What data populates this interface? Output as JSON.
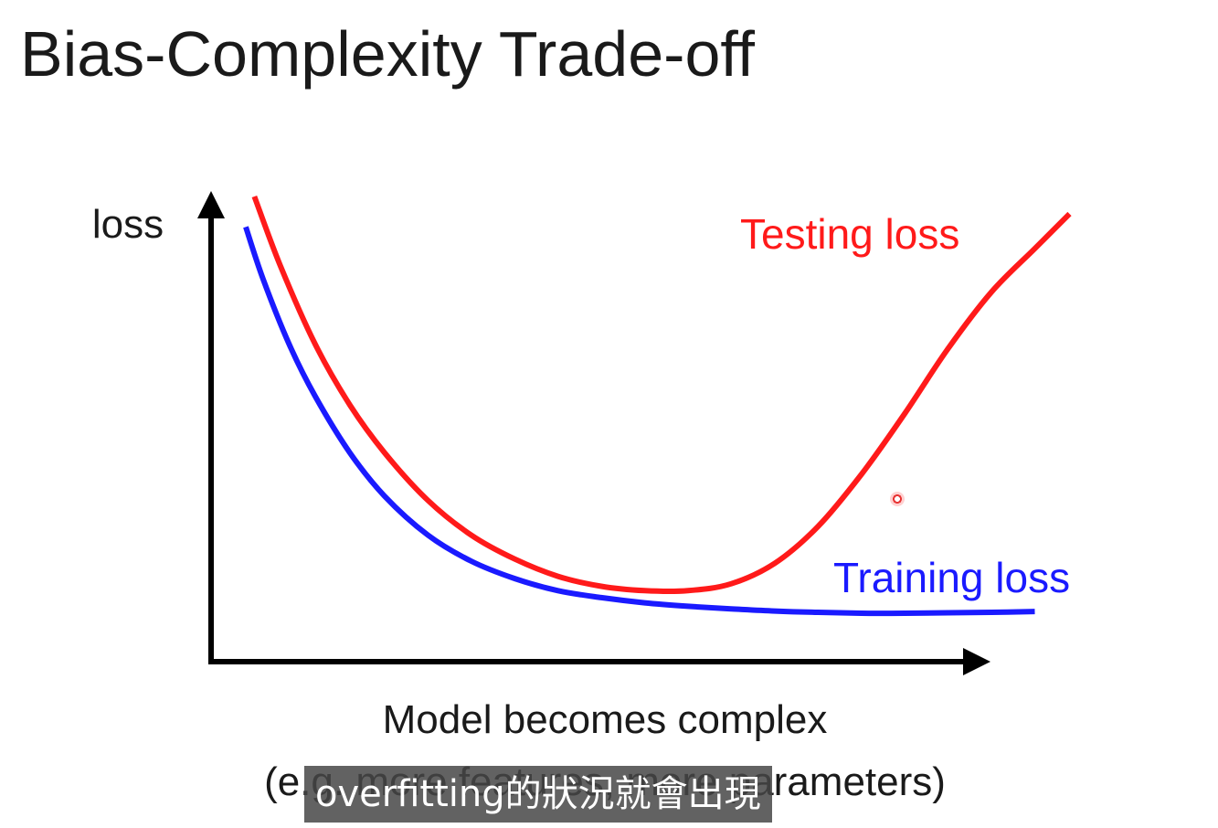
{
  "page": {
    "title": "Bias-Complexity Trade-off"
  },
  "chart_data": {
    "type": "line",
    "title": "",
    "ylabel": "loss",
    "xlabel": "Model becomes complex",
    "xlabel_note": "(e.g. more features, more parameters)",
    "xlim": [
      0,
      10
    ],
    "ylim": [
      0,
      10
    ],
    "grid": false,
    "ticks": false,
    "series": [
      {
        "name": "Testing loss",
        "color": "#ff1a1a",
        "label_placement": "top-right",
        "x": [
          0.5,
          0.8,
          1.2,
          1.6,
          2.0,
          2.5,
          3.0,
          3.5,
          4.0,
          4.5,
          5.0,
          5.5,
          6.0,
          6.5,
          7.0,
          7.5,
          8.0,
          8.5,
          9.0,
          9.5,
          9.9
        ],
        "y": [
          10.0,
          8.4,
          6.6,
          5.2,
          4.1,
          3.0,
          2.2,
          1.65,
          1.25,
          1.02,
          0.92,
          0.92,
          1.08,
          1.55,
          2.4,
          3.6,
          5.0,
          6.5,
          7.8,
          8.8,
          9.6
        ]
      },
      {
        "name": "Training loss",
        "color": "#1a1aff",
        "label_placement": "bottom-right",
        "x": [
          0.4,
          0.6,
          0.9,
          1.2,
          1.6,
          2.0,
          2.5,
          3.0,
          3.5,
          4.0,
          4.5,
          5.0,
          5.5,
          6.0,
          6.5,
          7.0,
          7.5,
          8.0,
          8.5,
          9.0,
          9.5
        ],
        "y": [
          9.3,
          8.1,
          6.6,
          5.4,
          4.1,
          3.1,
          2.2,
          1.6,
          1.2,
          0.92,
          0.76,
          0.64,
          0.56,
          0.5,
          0.45,
          0.42,
          0.4,
          0.4,
          0.41,
          0.42,
          0.44
        ]
      }
    ]
  },
  "subtitle": {
    "text": "overfitting的狀況就會出現"
  },
  "cursor": {
    "icon": "cursor-dot-icon",
    "color": "#e62828"
  }
}
